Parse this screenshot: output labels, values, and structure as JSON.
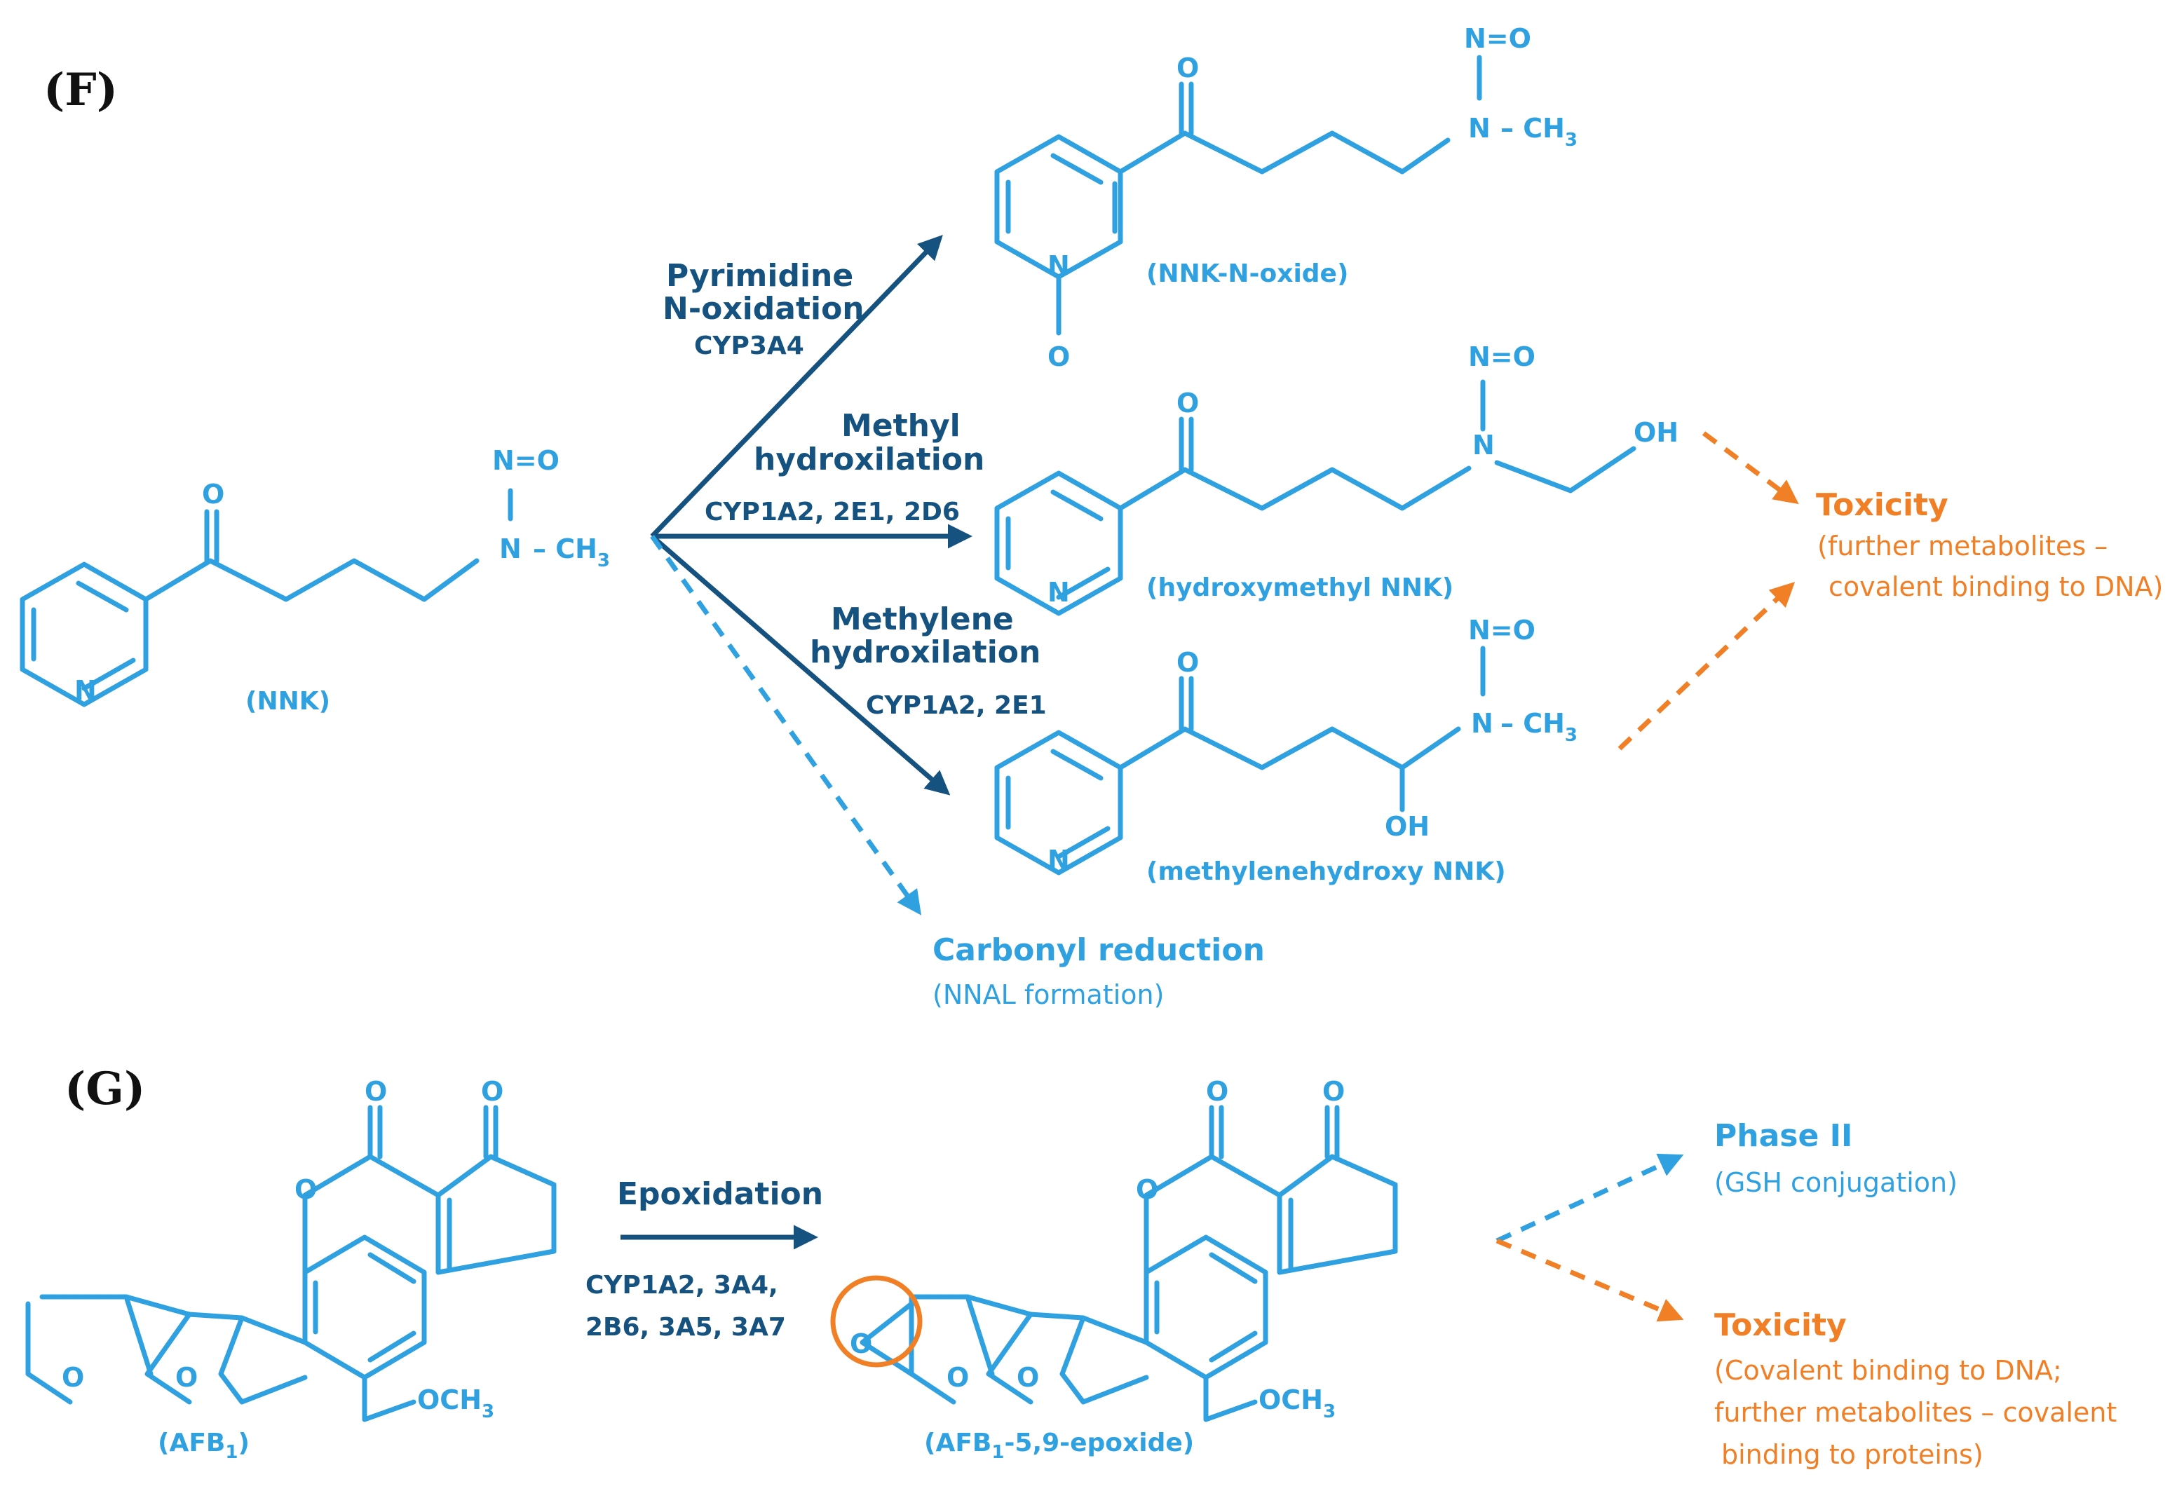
{
  "panels": {
    "f": "(F)",
    "g": "(G)"
  },
  "nnk": {
    "name": "(NNK)",
    "atoms": {
      "n_ring": "N",
      "o": "O",
      "n_amine": "N",
      "nitroso": "N=O",
      "methyl": "– CH",
      "methyl_sub": "3"
    }
  },
  "nnk_n_oxide": {
    "name": "(NNK-N-oxide)",
    "atoms": {
      "n_ring": "N",
      "o_ring": "O",
      "o": "O",
      "n_amine": "N",
      "nitroso": "N=O",
      "methyl": "– CH",
      "methyl_sub": "3"
    }
  },
  "hydroxymethyl": {
    "name": "(hydroxymethyl NNK)",
    "atoms": {
      "n_ring": "N",
      "o": "O",
      "n_amine": "N",
      "nitroso": "N=O",
      "oh": "OH"
    }
  },
  "methylenehydroxy": {
    "name": "(methylenehydroxy NNK)",
    "atoms": {
      "n_ring": "N",
      "o": "O",
      "n_amine": "N",
      "nitroso": "N=O",
      "methyl": "– CH",
      "methyl_sub": "3",
      "oh": "OH"
    }
  },
  "reactions_f": [
    {
      "title_line1": "Pyrimidine",
      "title_line2": "N-oxidation",
      "enzymes": "CYP3A4"
    },
    {
      "title_line1": "Methyl",
      "title_line2": "hydroxilation",
      "enzymes": "CYP1A2, 2E1, 2D6"
    },
    {
      "title_line1": "Methylene",
      "title_line2": "hydroxilation",
      "enzymes": "CYP1A2, 2E1"
    }
  ],
  "carbonyl": {
    "title": "Carbonyl reduction",
    "note": "(NNAL formation)"
  },
  "toxicity_f": {
    "title": "Toxicity",
    "note_line1": "(further metabolites –",
    "note_line2": "covalent binding to DNA)"
  },
  "afb1": {
    "name_prefix": "(AFB",
    "name_sub": "1",
    "name_suffix": ")",
    "atoms": {
      "o1": "O",
      "o2": "O",
      "o3": "O",
      "o4": "O",
      "o5": "O",
      "methoxy": "OCH",
      "methoxy_sub": "3"
    }
  },
  "epoxide": {
    "name_prefix": "(AFB",
    "name_sub": "1",
    "name_suffix": "-5,9-epoxide)",
    "atoms": {
      "o1": "O",
      "o2": "O",
      "o3": "O",
      "o4": "O",
      "o5": "O",
      "o6": "O",
      "methoxy": "OCH",
      "methoxy_sub": "3"
    }
  },
  "reaction_g": {
    "title": "Epoxidation",
    "enzymes_line1": "CYP1A2, 3A4,",
    "enzymes_line2": "2B6, 3A5, 3A7"
  },
  "phase2": {
    "title": "Phase II",
    "note": "(GSH conjugation)"
  },
  "toxicity_g": {
    "title": "Toxicity",
    "note_line1": "(Covalent binding to DNA;",
    "note_line2": "further metabolites – covalent",
    "note_line3": "binding to proteins)"
  },
  "colors": {
    "structure": "#2fa1e1",
    "enzyme": "#15527f",
    "toxicity": "#f07f26"
  },
  "icons": {
    "epoxide_highlight": "circle-highlight-icon"
  }
}
